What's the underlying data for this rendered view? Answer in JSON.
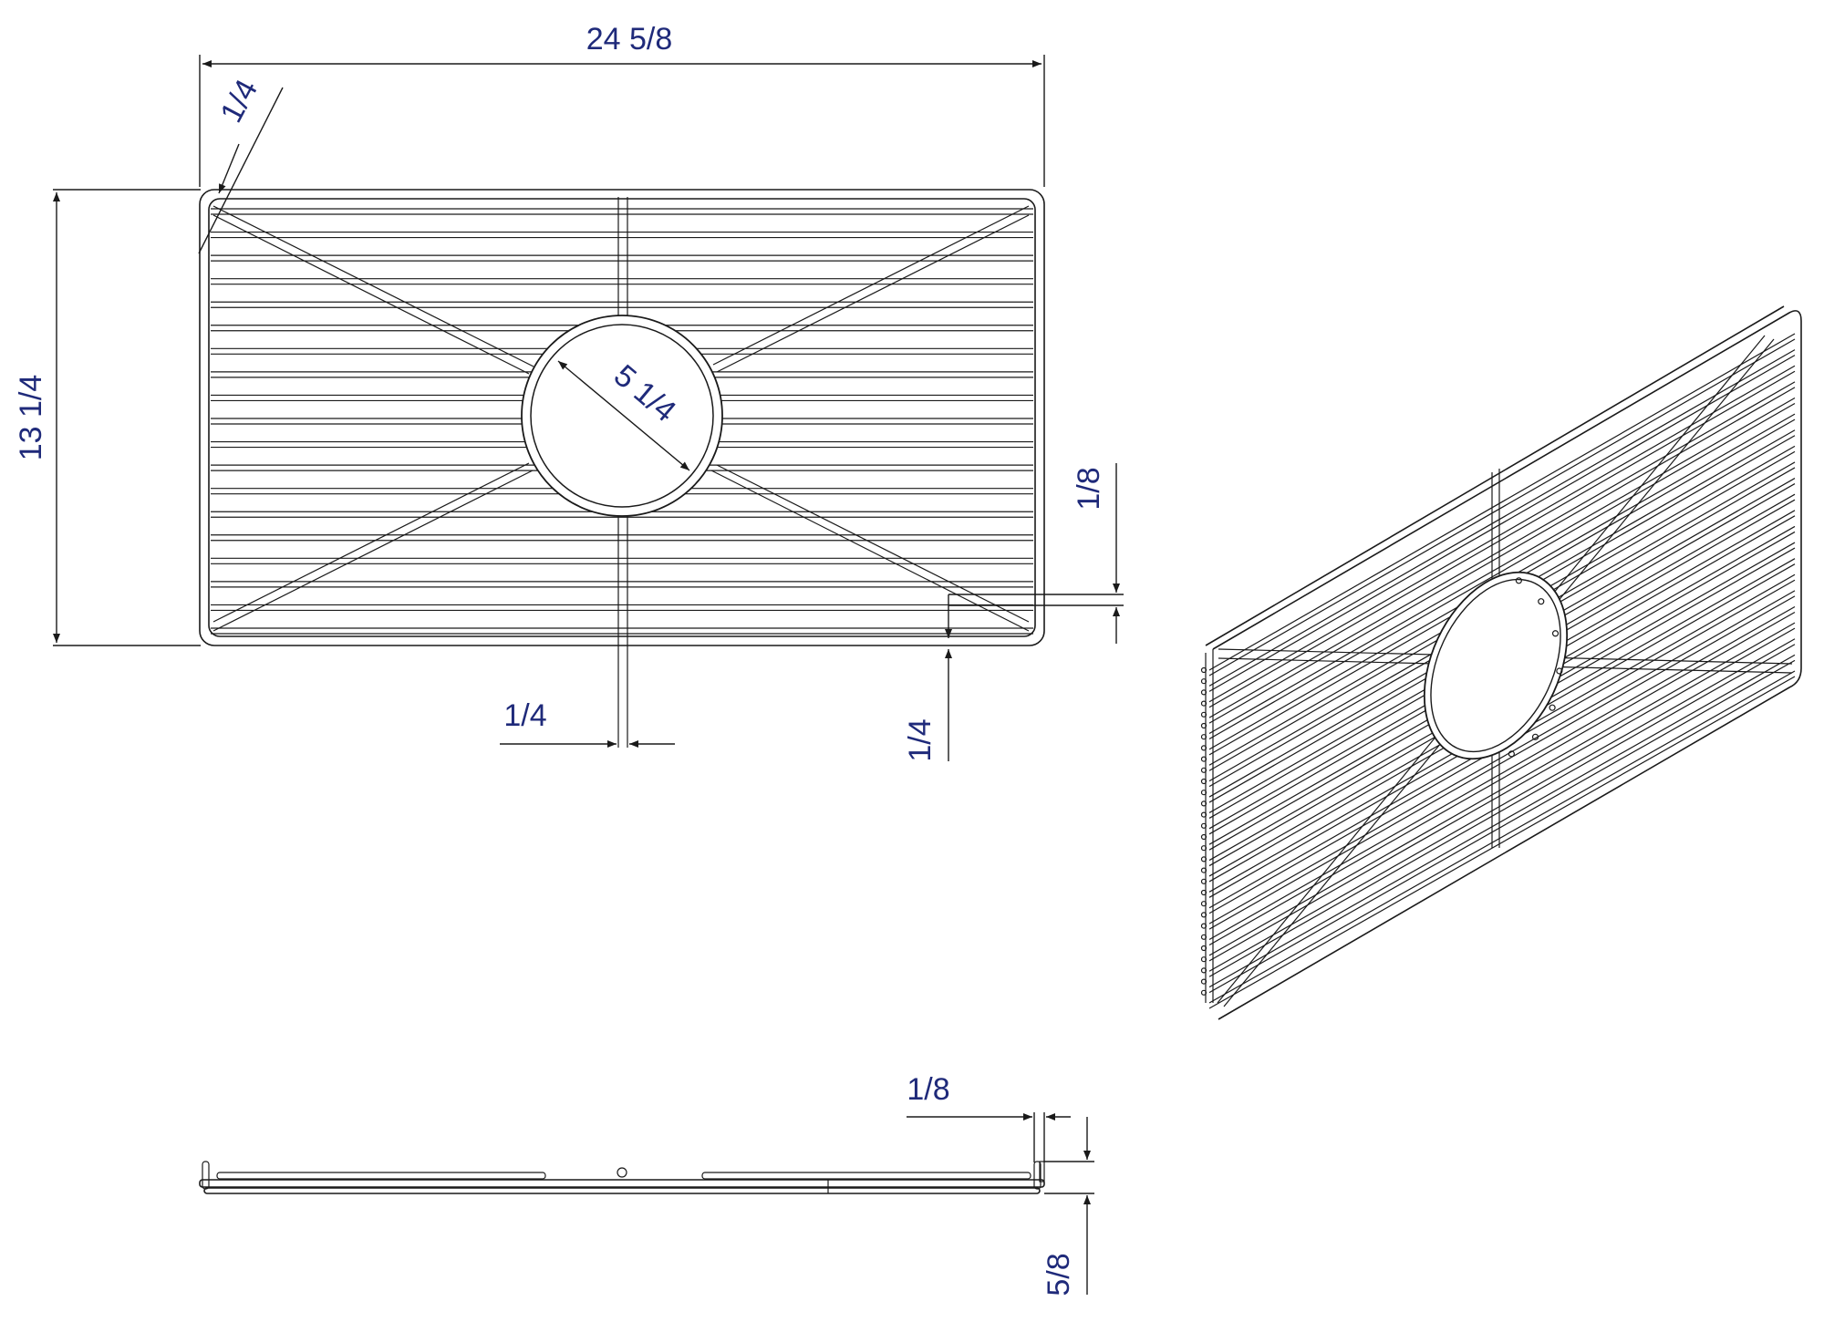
{
  "drawing": {
    "dimensions": {
      "overall_width": "24 5/8",
      "overall_height": "13 1/4",
      "corner_wire": "1/4",
      "drain_diameter": "5 1/4",
      "rail_spacing": "1/8",
      "center_bar": "1/4",
      "bottom_offset": "1/4",
      "side_top_gap": "1/8",
      "side_height": "5/8"
    }
  }
}
